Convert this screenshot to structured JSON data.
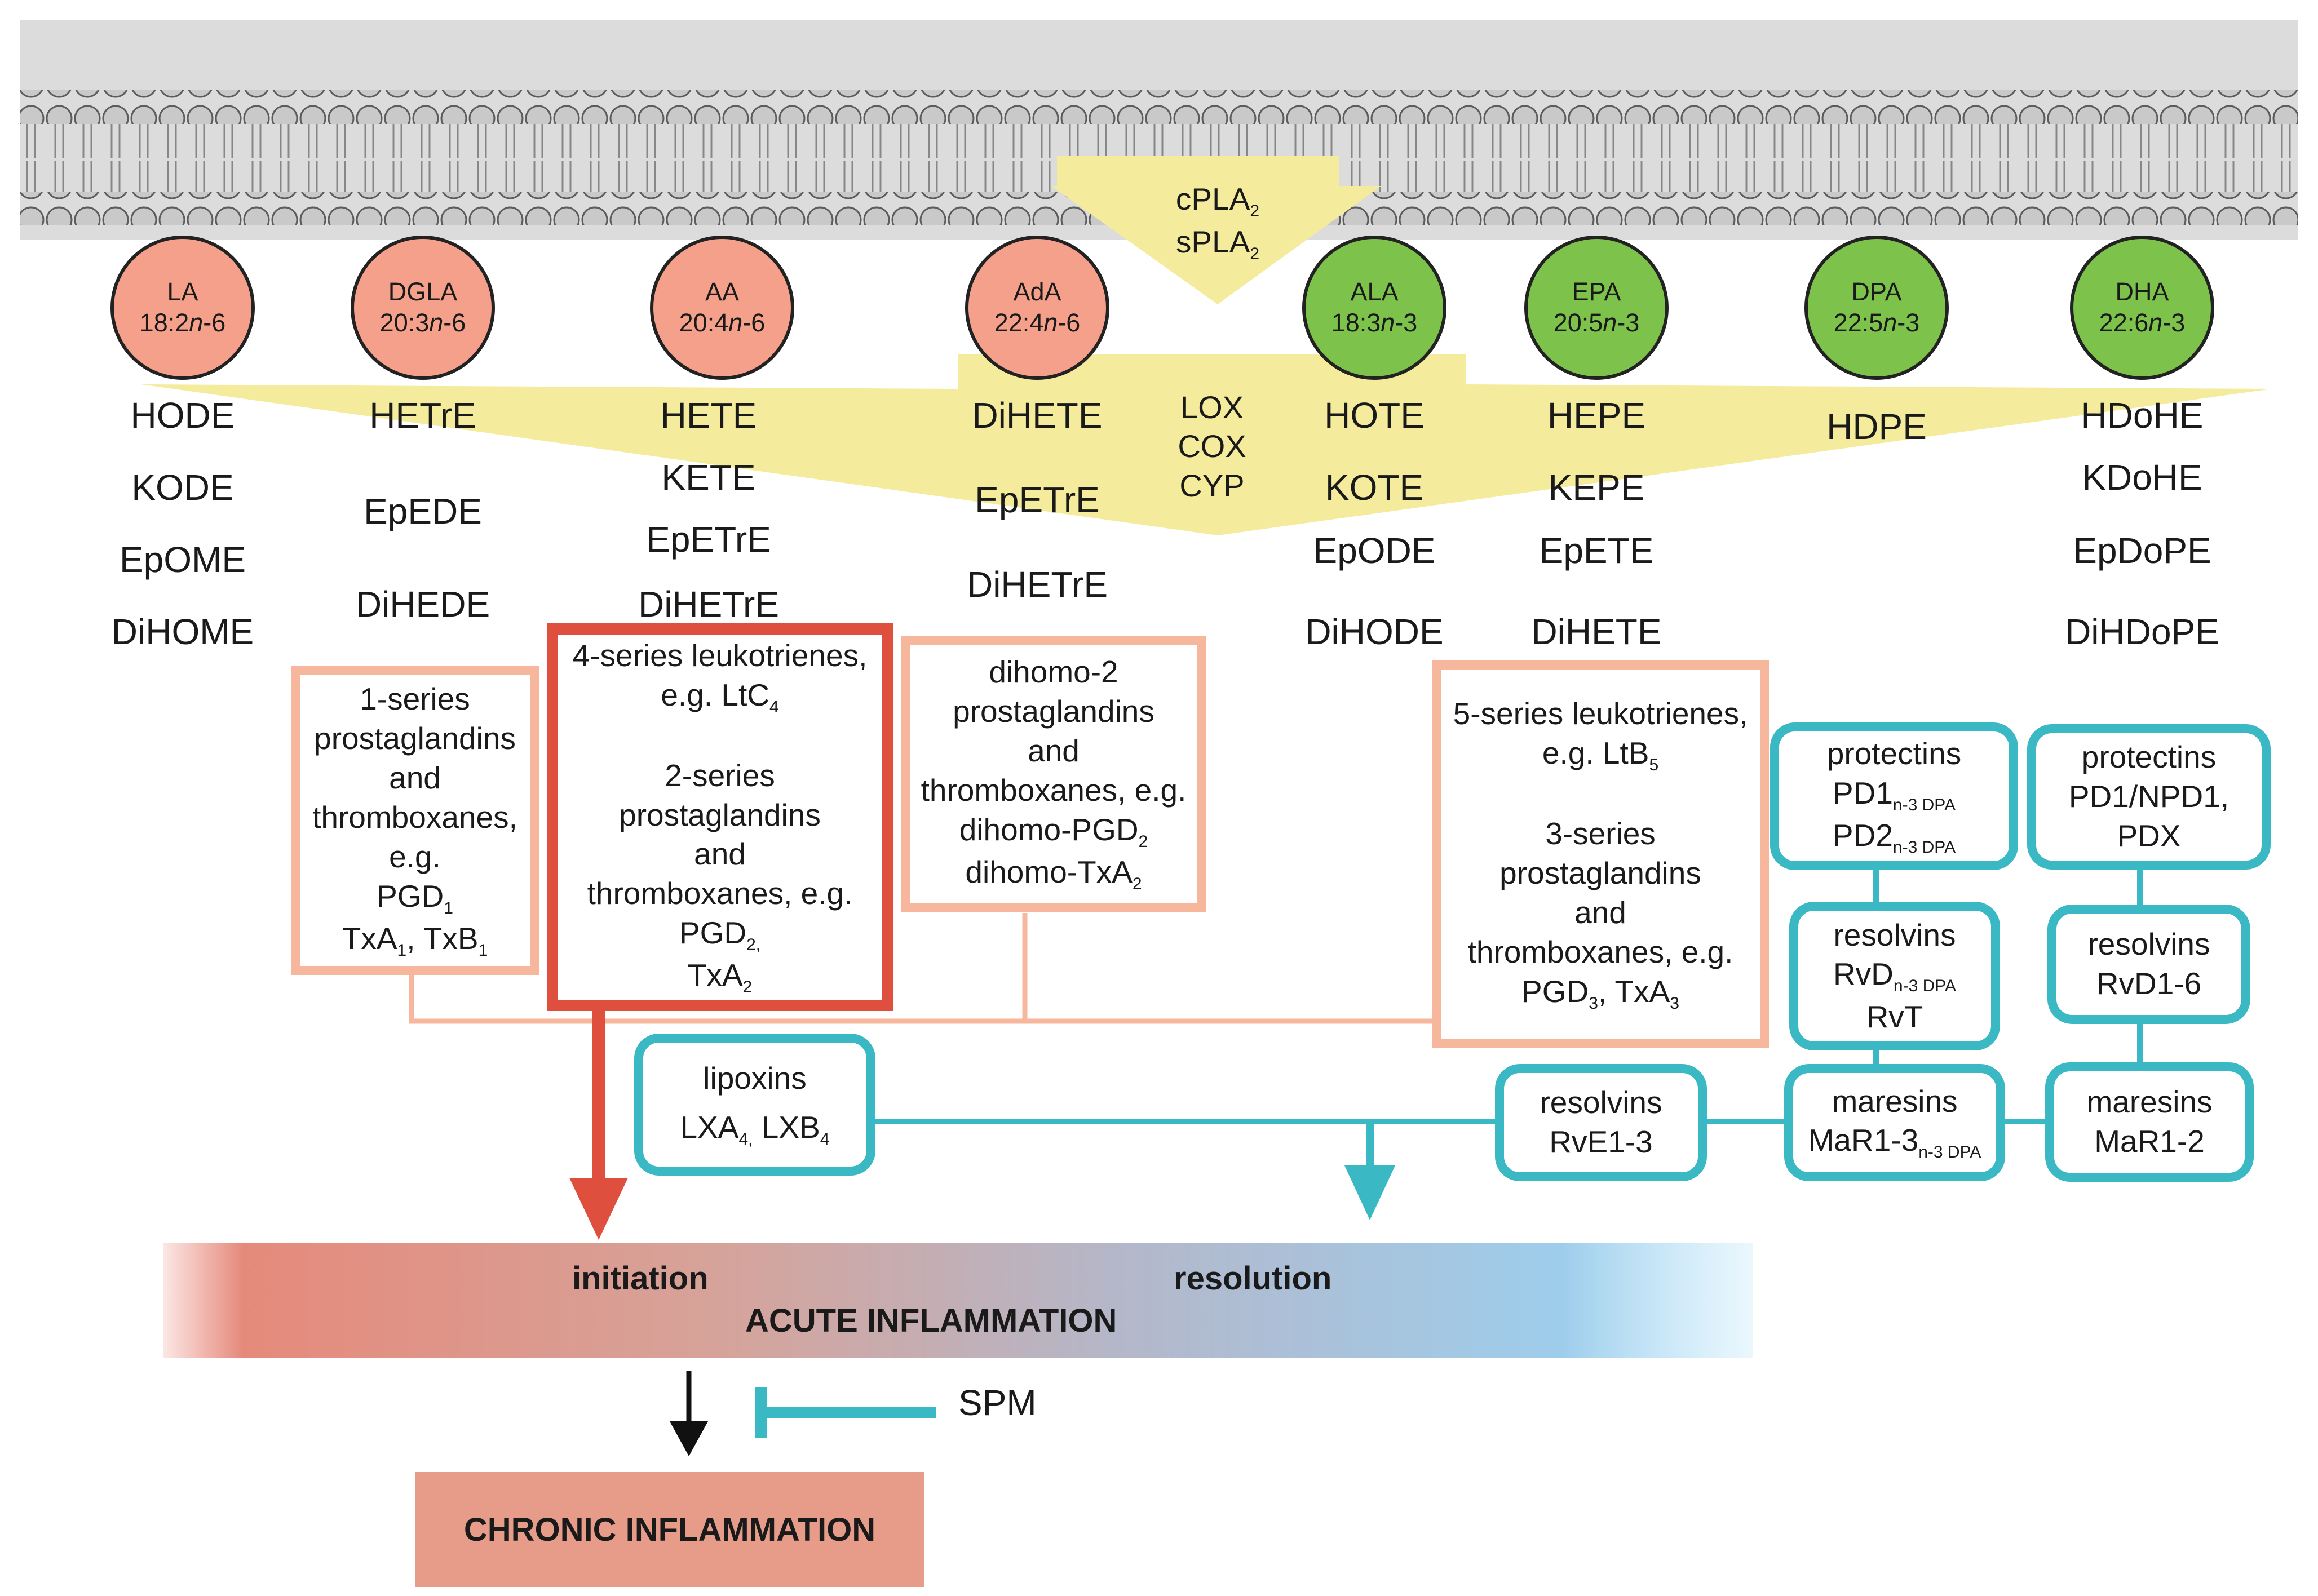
{
  "membrane_enzymes": {
    "line1": "cPLA",
    "line1_sub": "2",
    "line2": "sPLA",
    "line2_sub": "2"
  },
  "oxidation_enzymes": {
    "line1": "LOX",
    "line2": "COX",
    "line3": "CYP"
  },
  "fatty_acids": [
    {
      "abbr": "LA",
      "formula_a": "18:2",
      "formula_n": "n",
      "formula_b": "-6",
      "family": "omega-6",
      "color": "#f4a08a"
    },
    {
      "abbr": "DGLA",
      "formula_a": "20:3",
      "formula_n": "n",
      "formula_b": "-6",
      "family": "omega-6",
      "color": "#f4a08a"
    },
    {
      "abbr": "AA",
      "formula_a": "20:4",
      "formula_n": "n",
      "formula_b": "-6",
      "family": "omega-6",
      "color": "#f4a08a"
    },
    {
      "abbr": "AdA",
      "formula_a": "22:4",
      "formula_n": "n",
      "formula_b": "-6",
      "family": "omega-6",
      "color": "#f4a08a"
    },
    {
      "abbr": "ALA",
      "formula_a": "18:3",
      "formula_n": "n",
      "formula_b": "-3",
      "family": "omega-3",
      "color": "#7dc24a"
    },
    {
      "abbr": "EPA",
      "formula_a": "20:5",
      "formula_n": "n",
      "formula_b": "-3",
      "family": "omega-3",
      "color": "#7dc24a"
    },
    {
      "abbr": "DPA",
      "formula_a": "22:5",
      "formula_n": "n",
      "formula_b": "-3",
      "family": "omega-3",
      "color": "#7dc24a"
    },
    {
      "abbr": "DHA",
      "formula_a": "22:6",
      "formula_n": "n",
      "formula_b": "-3",
      "family": "omega-3",
      "color": "#7dc24a"
    }
  ],
  "oxylipins": [
    [
      "HODE",
      "KODE",
      "EpOME",
      "DiHOME"
    ],
    [
      "HETrE",
      "EpEDE",
      "DiHEDE"
    ],
    [
      "HETE",
      "KETE",
      "EpETrE",
      "DiHETrE"
    ],
    [
      "DiHETE",
      "EpETrE",
      "DiHETrE"
    ],
    [
      "HOTE",
      "KOTE",
      "EpODE",
      "DiHODE"
    ],
    [
      "HEPE",
      "KEPE",
      "EpETE",
      "DiHETE"
    ],
    [
      "HDPE"
    ],
    [
      "HDoHE",
      "KDoHE",
      "EpDoPE",
      "DiHDoPE"
    ]
  ],
  "eicosanoid_boxes": {
    "dgla": {
      "l1": "1-series",
      "l2": "prostaglandins",
      "l3": "and",
      "l4": "thromboxanes,",
      "l5": "e.g.",
      "l6": "PGD",
      "l6s": "1",
      "l7a": "TxA",
      "l7as": "1",
      "l7b": ", TxB",
      "l7bs": "1"
    },
    "aa": {
      "l1": "4-series leukotrienes,",
      "l2": "e.g. LtC",
      "l2s": "4",
      "l3": "2-series",
      "l4": "prostaglandins",
      "l5": "and",
      "l6": "thromboxanes, e.g.",
      "l7": "PGD",
      "l7s": "2,",
      "l8": "TxA",
      "l8s": "2"
    },
    "ada": {
      "l1": "dihomo-2",
      "l2": "prostaglandins",
      "l3": "and",
      "l4": "thromboxanes, e.g.",
      "l5": "dihomo-PGD",
      "l5s": "2",
      "l6": "dihomo-TxA",
      "l6s": "2"
    },
    "epa": {
      "l1": "5-series leukotrienes,",
      "l2": "e.g. LtB",
      "l2s": "5",
      "l3": "3-series",
      "l4": "prostaglandins",
      "l5": "and",
      "l6": "thromboxanes, e.g.",
      "l7a": "PGD",
      "l7as": "3",
      "l7b": ", TxA",
      "l7bs": "3"
    }
  },
  "spm_boxes": {
    "lipoxins": {
      "title": "lipoxins",
      "a": "LXA",
      "as": "4,",
      "b": " LXB",
      "bs": "4"
    },
    "resolvins_e": {
      "title": "resolvins",
      "line": "RvE1-3"
    },
    "protectins_dpa": {
      "title": "protectins",
      "a": "PD1",
      "as": "n-3 DPA",
      "b": "PD2",
      "bs": "n-3 DPA"
    },
    "resolvins_dpa": {
      "title": "resolvins",
      "a": "RvD",
      "as": "n-3 DPA",
      "b": "RvT"
    },
    "maresins_dpa": {
      "title": "maresins",
      "a": "MaR1-3",
      "as": "n-3 DPA"
    },
    "protectins_dha": {
      "title": "protectins",
      "l1": "PD1/NPD1,",
      "l2": "PDX"
    },
    "resolvins_dha": {
      "title": "resolvins",
      "line": "RvD1-6"
    },
    "maresins_dha": {
      "title": "maresins",
      "line": "MaR1-2"
    }
  },
  "inflammation": {
    "initiation": "initiation",
    "resolution": "resolution",
    "acute": "ACUTE INFLAMMATION",
    "chronic": "CHRONIC INFLAMMATION",
    "spm": "SPM"
  },
  "colors": {
    "omega6": "#f4a08a",
    "omega3": "#7dc24a",
    "pro_inflammatory": "#de4f3d",
    "eicosanoid_border": "#f6b79c",
    "spm": "#3ab9c4",
    "enzyme_arrow": "#f4ec9c",
    "membrane": "#dcdcdc",
    "chronic": "#e69c89"
  }
}
